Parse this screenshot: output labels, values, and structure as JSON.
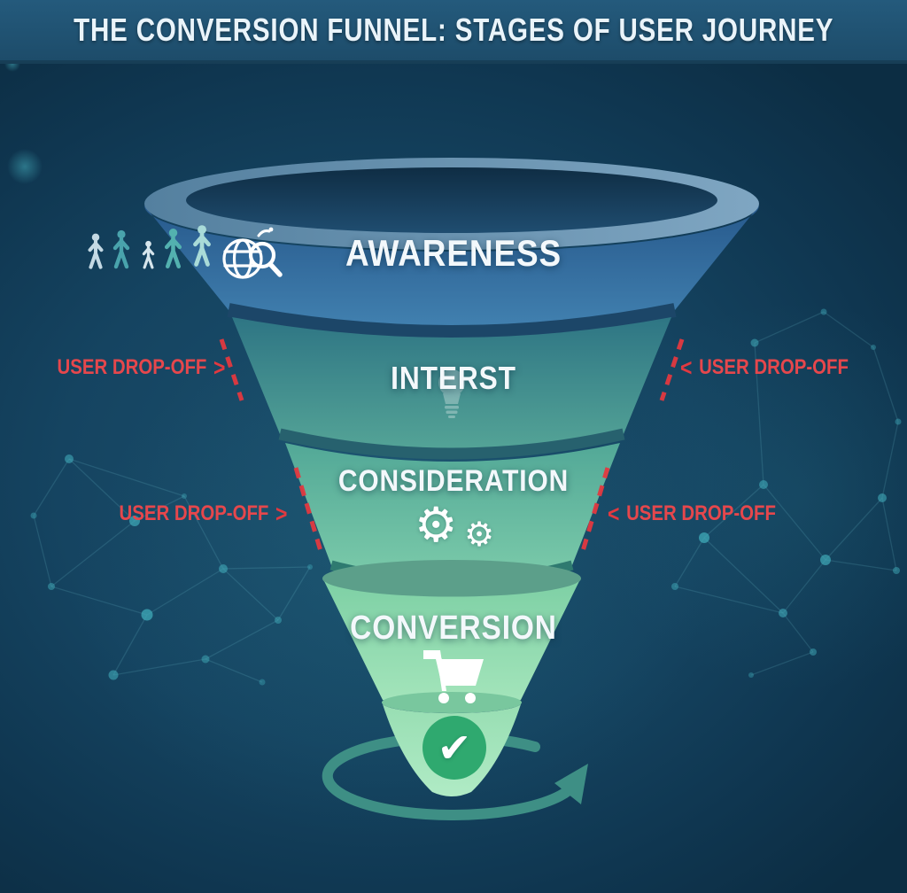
{
  "header": {
    "title": "THE CONVERSION FUNNEL: STAGES OF USER JOURNEY"
  },
  "funnel": {
    "stages": [
      {
        "label": "AWARENESS",
        "icon": "globe-search-icon"
      },
      {
        "label": "INTERST",
        "icon": "lightbulb-icon"
      },
      {
        "label": "CONSIDERATION",
        "icon": "gears-icon"
      },
      {
        "label": "CONVERSION",
        "icon": "shopping-cart-icon"
      },
      {
        "label": "",
        "icon": "check-circle-icon"
      }
    ]
  },
  "dropoff": {
    "label": "USER DROP-OFF",
    "chevron_right": ">",
    "chevron_left": "<"
  },
  "icons": {
    "audience_icon": "people-silhouettes",
    "awareness_icon": "globe-search",
    "interest_icon": "lightbulb",
    "consideration_icon": "gears",
    "gear_glyph": "⚙",
    "conversion_icon": "shopping-cart",
    "success_icon": "check-circle",
    "check_glyph": "✔",
    "loop_icon": "circular-arrow"
  },
  "colors": {
    "titlebar": "#1D4C6A",
    "background": "#154461",
    "awareness_blue": "#2E6496",
    "interest_teal": "#3E8E8F",
    "consideration_green": "#64BBA0",
    "conversion_light_green": "#8FD8AE",
    "tip_green": "#A5E4BB",
    "check_green": "#2FA96F",
    "dropoff_red": "#E23940",
    "plexus_teal": "#3FA9B8"
  }
}
